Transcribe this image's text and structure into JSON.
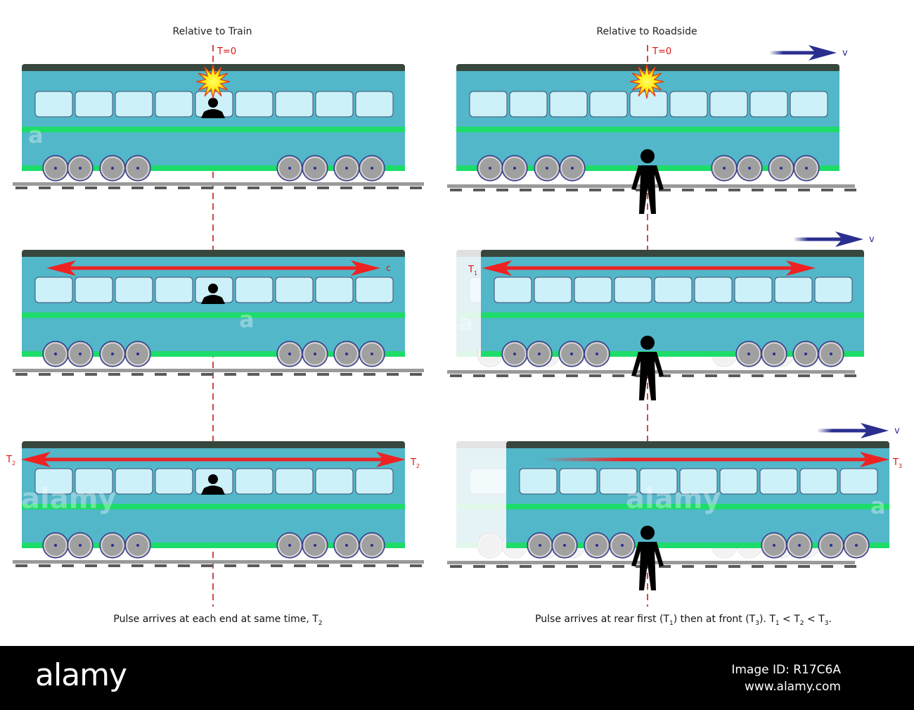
{
  "headings": {
    "left": "Relative to Train",
    "right": "Relative to Roadside"
  },
  "labels": {
    "t0": "T=0",
    "v": "v",
    "c": "c",
    "T": "T",
    "sub1": "1",
    "sub2": "2",
    "sub3": "3"
  },
  "captions": {
    "left": [
      "Pulse arrives at each end at same time, T",
      "2",
      ""
    ],
    "right": [
      "Pulse arrives at rear first (T",
      "1",
      ") then at front (T",
      "3",
      "). T",
      "1",
      " < T",
      "2",
      " < T",
      "3",
      "."
    ]
  },
  "watermark": {
    "text": "a",
    "word": "alamy"
  },
  "footer": {
    "brand": "alamy",
    "image_id": "Image ID: R17C6A",
    "site": "www.alamy.com"
  },
  "colors": {
    "train_body": "#52b7c9",
    "train_roof": "#37473d",
    "window": "#cdf1f9",
    "stripe": "#1ddc6a",
    "pulse": "#ee2222",
    "velocity": "#2a2f8f",
    "wheel": "#a0a0a0",
    "rail": "#9a9a9a",
    "dash_line": "#cc4b4b",
    "label_red": "#dd1111"
  }
}
